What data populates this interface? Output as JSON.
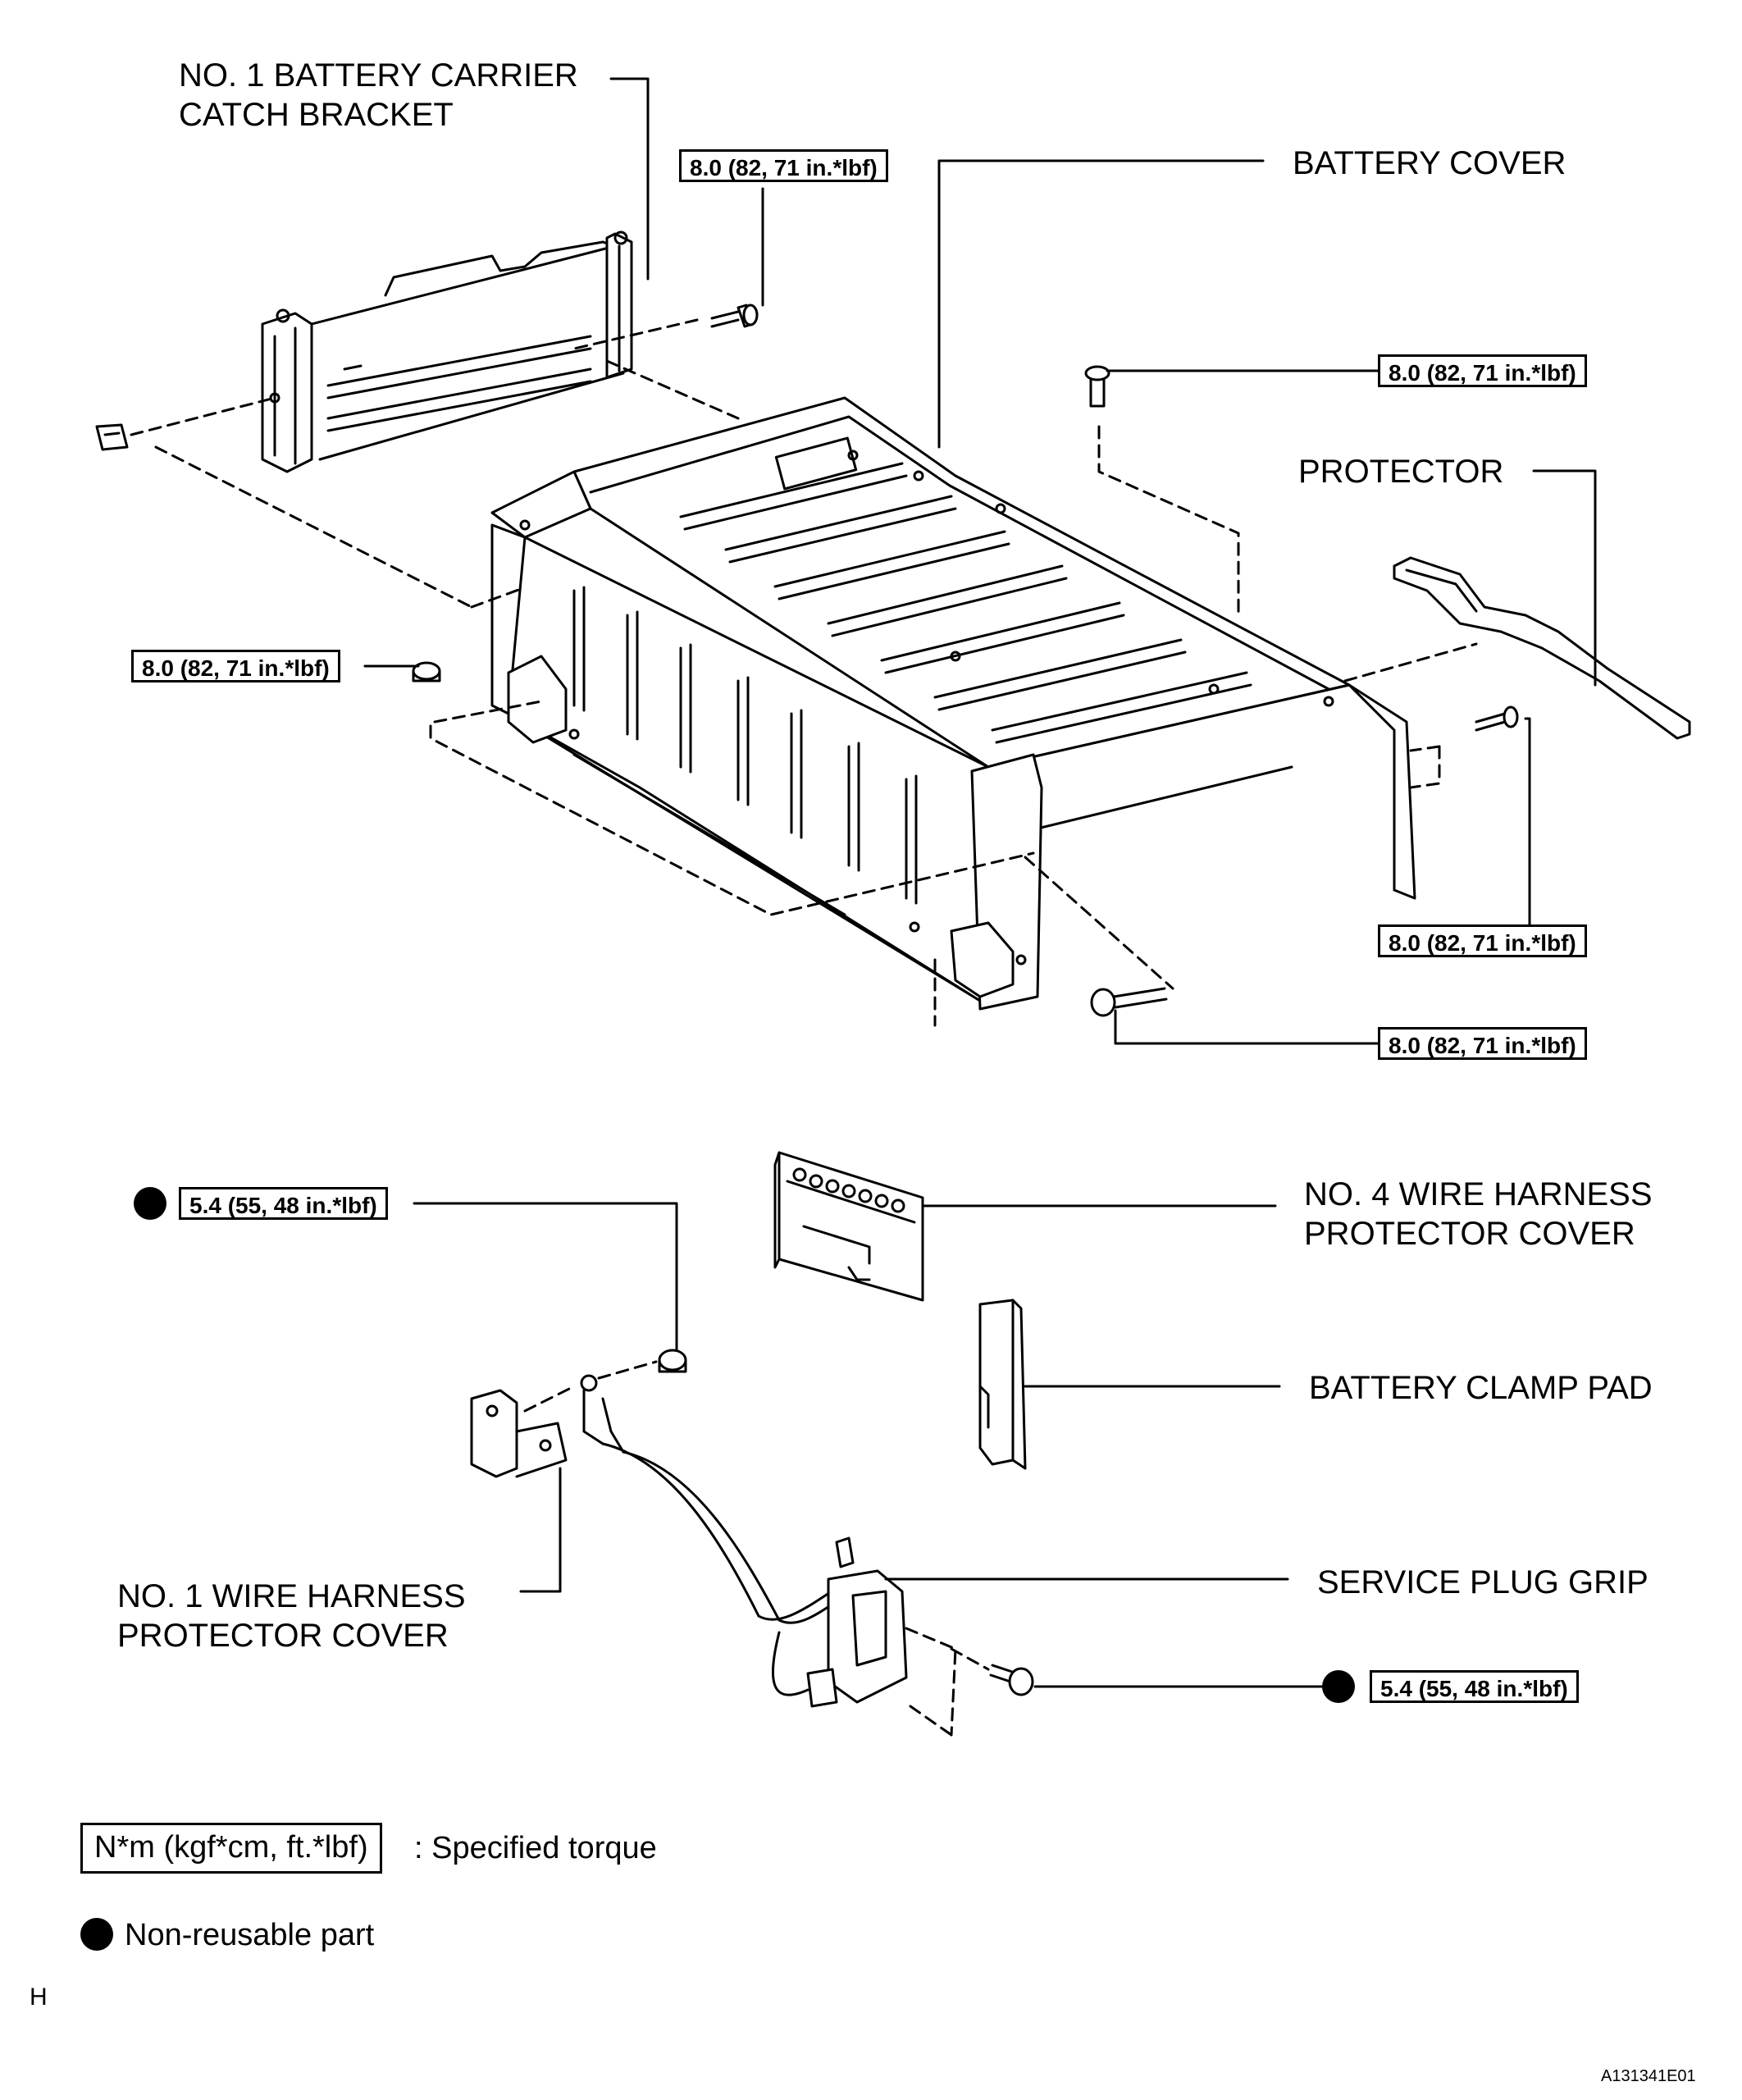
{
  "labels": {
    "bracket_line1": "NO. 1 BATTERY CARRIER",
    "bracket_line2": "CATCH BRACKET",
    "battery_cover": "BATTERY COVER",
    "protector": "PROTECTOR",
    "no4_line1": "NO. 4 WIRE HARNESS",
    "no4_line2": "PROTECTOR COVER",
    "clamp_pad": "BATTERY CLAMP PAD",
    "service_plug_grip": "SERVICE PLUG GRIP",
    "no1_line1": "NO. 1 WIRE HARNESS",
    "no1_line2": "PROTECTOR COVER"
  },
  "torques": {
    "t1": "8.0 (82, 71 in.*lbf)",
    "t2": "8.0 (82, 71 in.*lbf)",
    "t3": "8.0 (82, 71 in.*lbf)",
    "t4": "8.0 (82, 71 in.*lbf)",
    "t5": "8.0 (82, 71 in.*lbf)",
    "t6": "5.4 (55, 48 in.*lbf)",
    "t7": "5.4 (55, 48 in.*lbf)"
  },
  "legend": {
    "torque_box": "N*m (kgf*cm, ft.*lbf)",
    "torque_desc": ": Specified torque",
    "nonreusable_desc": "Non-reusable part"
  },
  "corner": {
    "left": "H",
    "right": "A131341E01"
  },
  "colors": {
    "ink": "#000000",
    "paper": "#ffffff"
  }
}
